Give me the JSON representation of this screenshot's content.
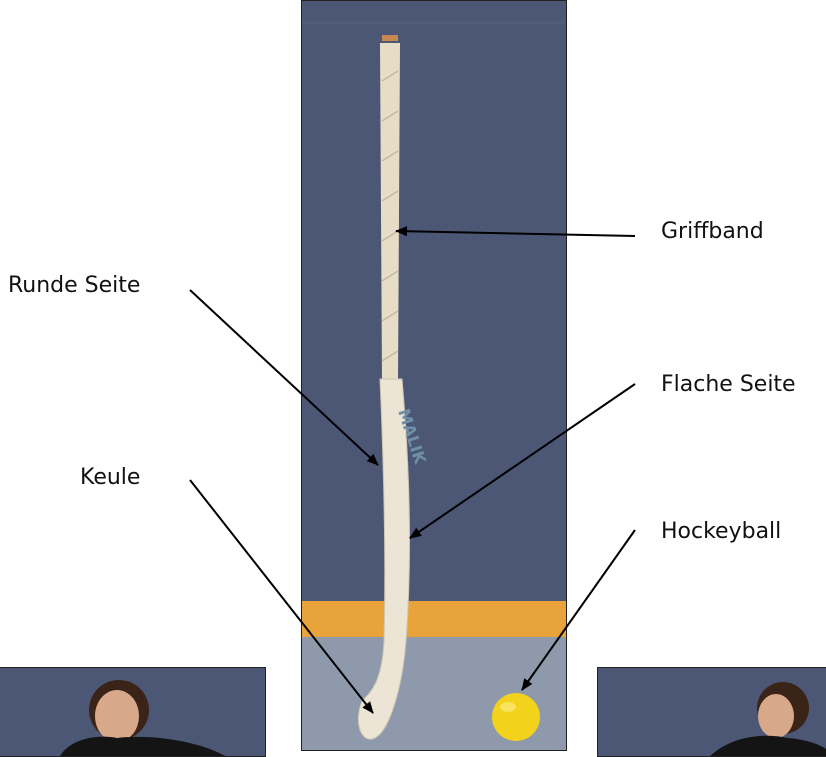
{
  "labels": {
    "grip_tape": "Griffband",
    "round_side": "Runde Seite",
    "flat_side": "Flache Seite",
    "head": "Keule",
    "ball": "Hockeyball"
  },
  "colors": {
    "wall": "#4b5775",
    "floor": "#8e9aab",
    "baseboard": "#e8a33a",
    "ball": "#f2d21b",
    "stick": "#ece4d4",
    "shirt": "#141414",
    "skin": "#d8a88a",
    "hair": "#3a2418"
  }
}
